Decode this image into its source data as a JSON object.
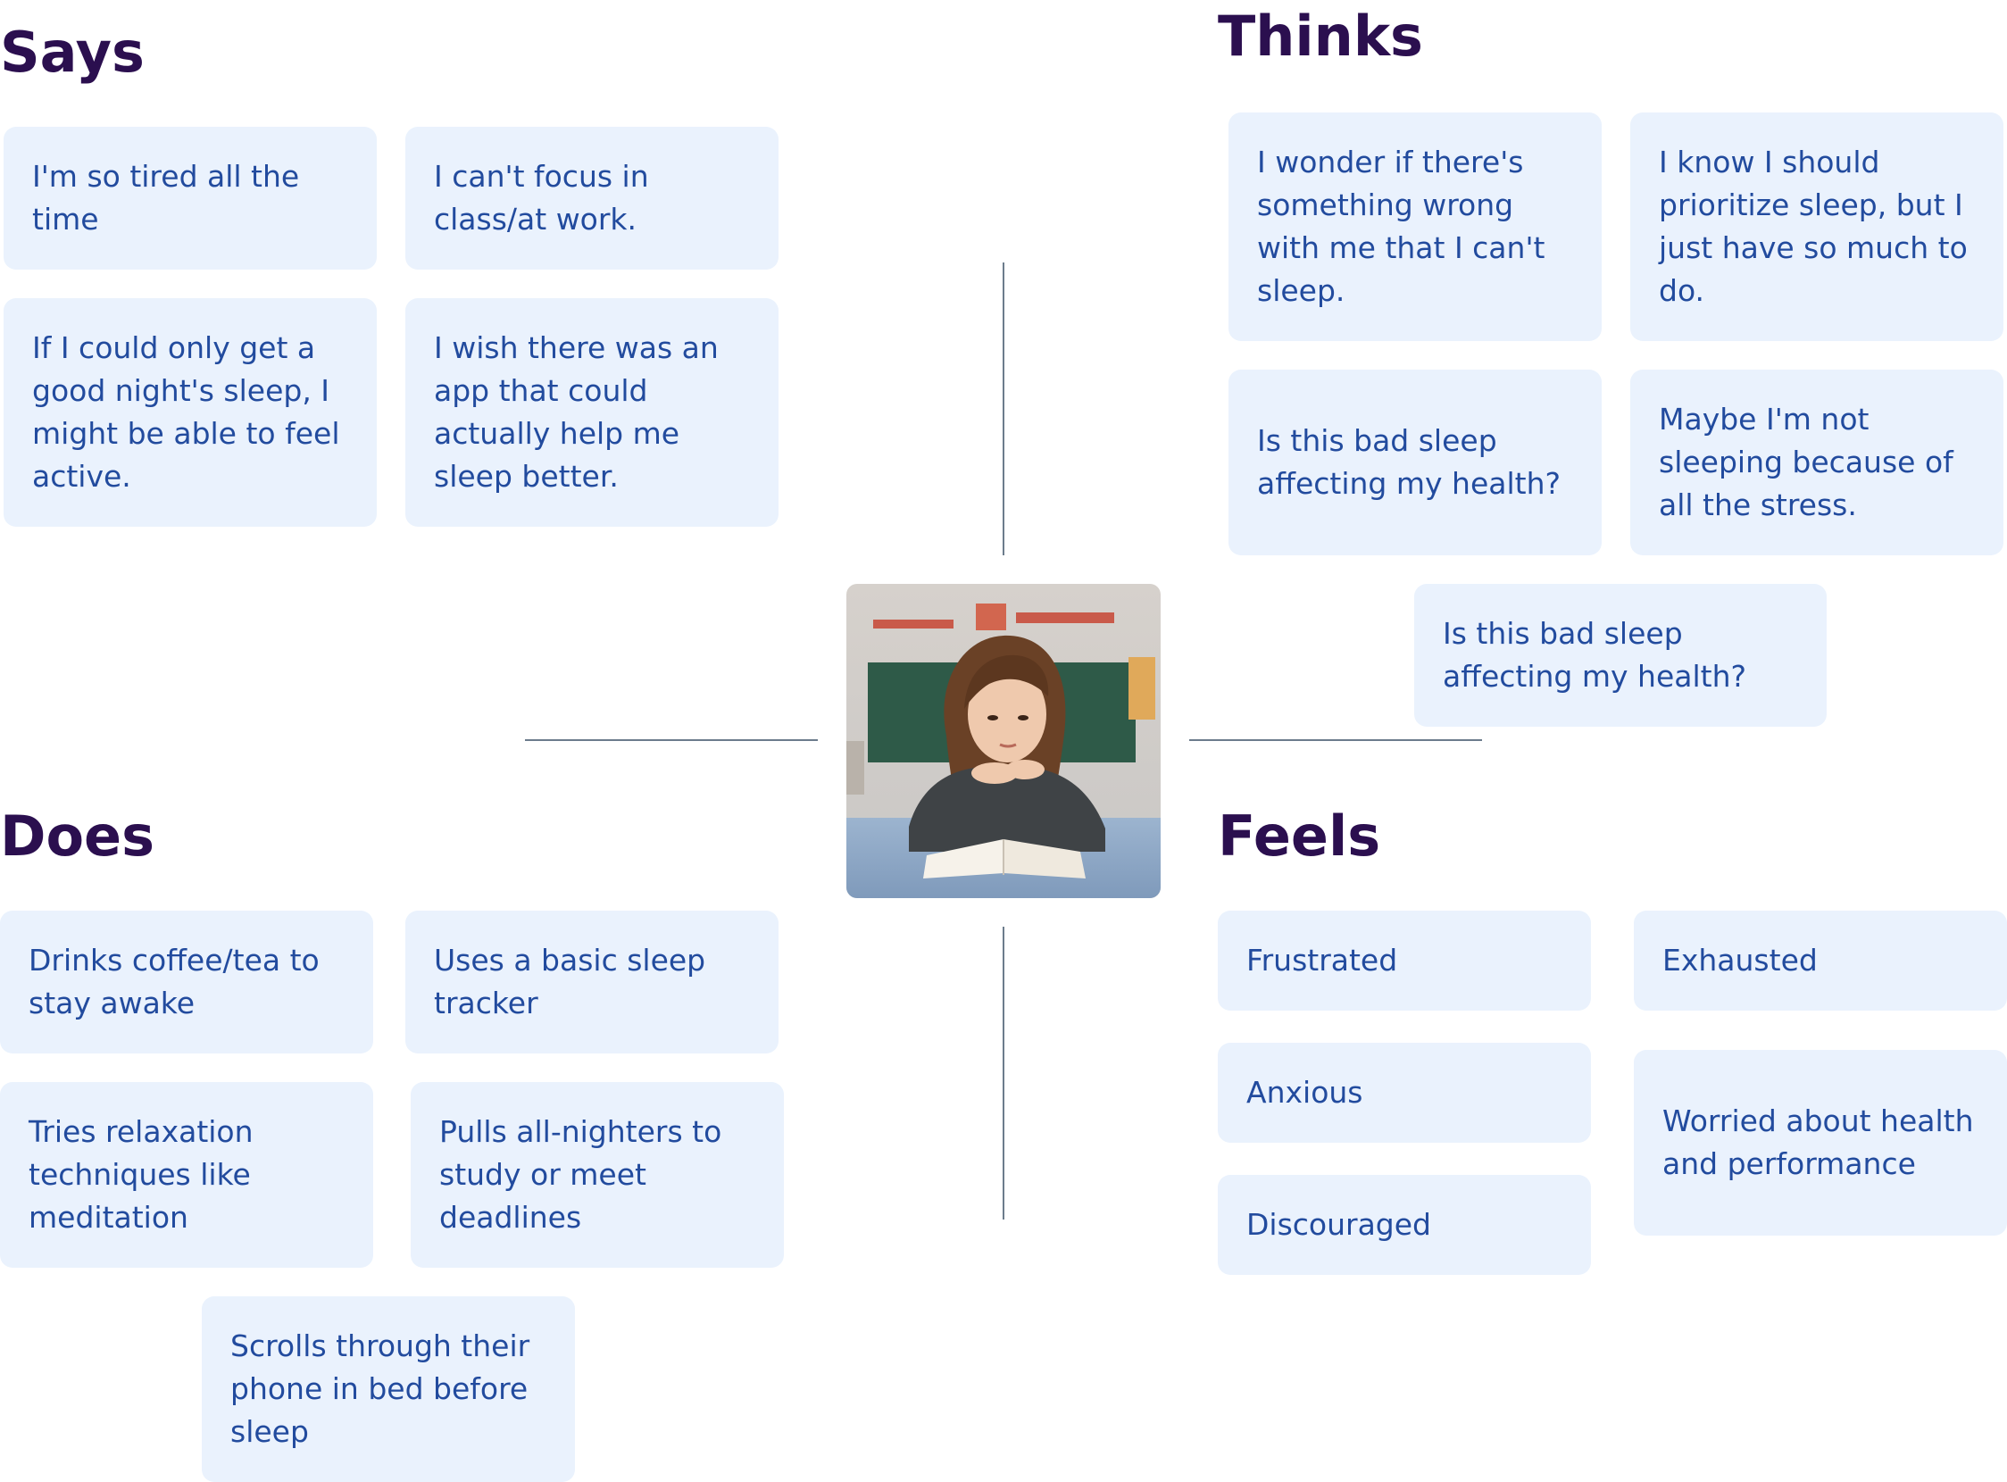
{
  "says": {
    "title": "Says",
    "items": [
      "I'm so tired all the time",
      "I can't focus in class/at work.",
      "If I could only get a good night's sleep, I might be able to feel active.",
      "I wish there was an app that could actually help me sleep better."
    ]
  },
  "thinks": {
    "title": "Thinks",
    "items": [
      "I wonder if there's something wrong with me that I can't sleep.",
      "I know I should prioritize sleep, but I just have so much to do.",
      "Is this bad sleep affecting my health?",
      "Maybe I'm not sleeping because of all the stress.",
      "Is this bad sleep affecting my health?"
    ]
  },
  "does": {
    "title": "Does",
    "items": [
      "Drinks coffee/tea to stay awake",
      "Uses a basic sleep tracker",
      "Tries relaxation techniques like meditation",
      "Pulls all-nighters to study or meet deadlines",
      "Scrolls through their phone in bed before sleep"
    ]
  },
  "feels": {
    "title": "Feels",
    "items": [
      "Frustrated",
      "Exhausted",
      "Anxious",
      "Worried about health and performance",
      "Discouraged"
    ]
  },
  "colors": {
    "heading": "#2b0f4f",
    "card_background": "#eaf2fd",
    "card_text": "#224b9e",
    "divider": "#6c7c8c"
  }
}
